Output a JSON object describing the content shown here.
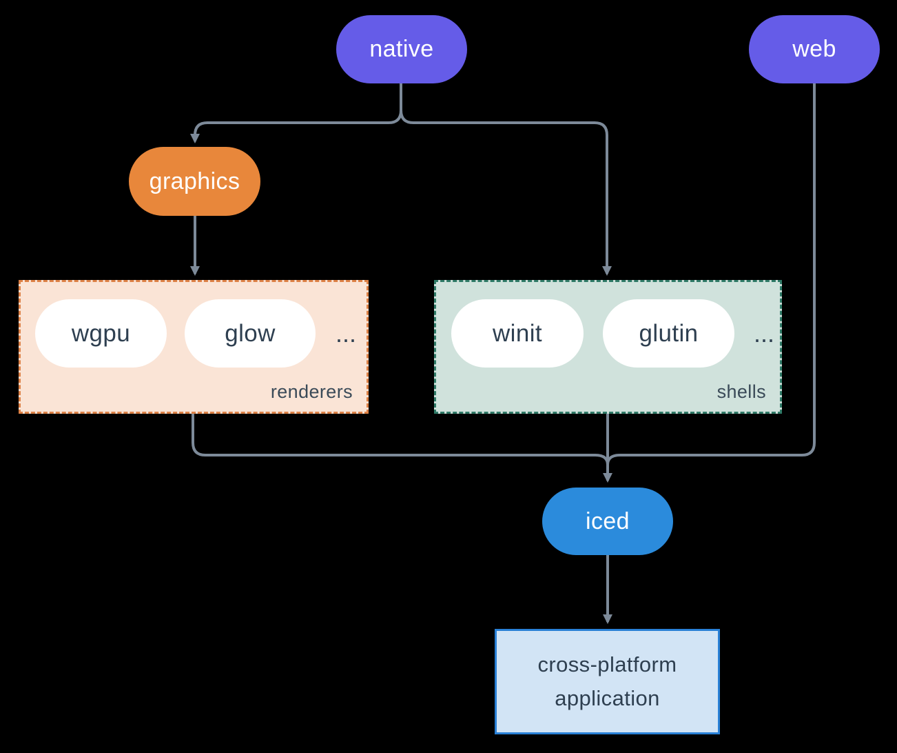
{
  "diagram": {
    "nodes": {
      "native": {
        "label": "native"
      },
      "web": {
        "label": "web"
      },
      "graphics": {
        "label": "graphics"
      },
      "iced": {
        "label": "iced"
      },
      "application": {
        "label_line1": "cross-platform",
        "label_line2": "application"
      }
    },
    "groups": {
      "renderers": {
        "label": "renderers",
        "items": [
          "wgpu",
          "glow"
        ],
        "ellipsis": "..."
      },
      "shells": {
        "label": "shells",
        "items": [
          "winit",
          "glutin"
        ],
        "ellipsis": "..."
      }
    },
    "edges": [
      {
        "from": "native",
        "to": "graphics"
      },
      {
        "from": "native",
        "to": "shells"
      },
      {
        "from": "graphics",
        "to": "renderers"
      },
      {
        "from": "renderers",
        "to": "iced"
      },
      {
        "from": "shells",
        "to": "iced"
      },
      {
        "from": "web",
        "to": "iced"
      },
      {
        "from": "iced",
        "to": "cross-platform application"
      }
    ],
    "colors": {
      "background": "#000000",
      "connector": "#7D8A99",
      "purple_node": "#655CE8",
      "orange_node": "#E8873B",
      "blue_node": "#2B8BDC",
      "renderers_fill": "#FAE4D6",
      "renderers_border": "#DD8146",
      "shells_fill": "#D0E2DC",
      "shells_border": "#2F7A67",
      "app_fill": "#D2E4F5",
      "app_border": "#2980D6",
      "dark_text": "#2E3F50",
      "light_text": "#FFFFFF"
    }
  }
}
